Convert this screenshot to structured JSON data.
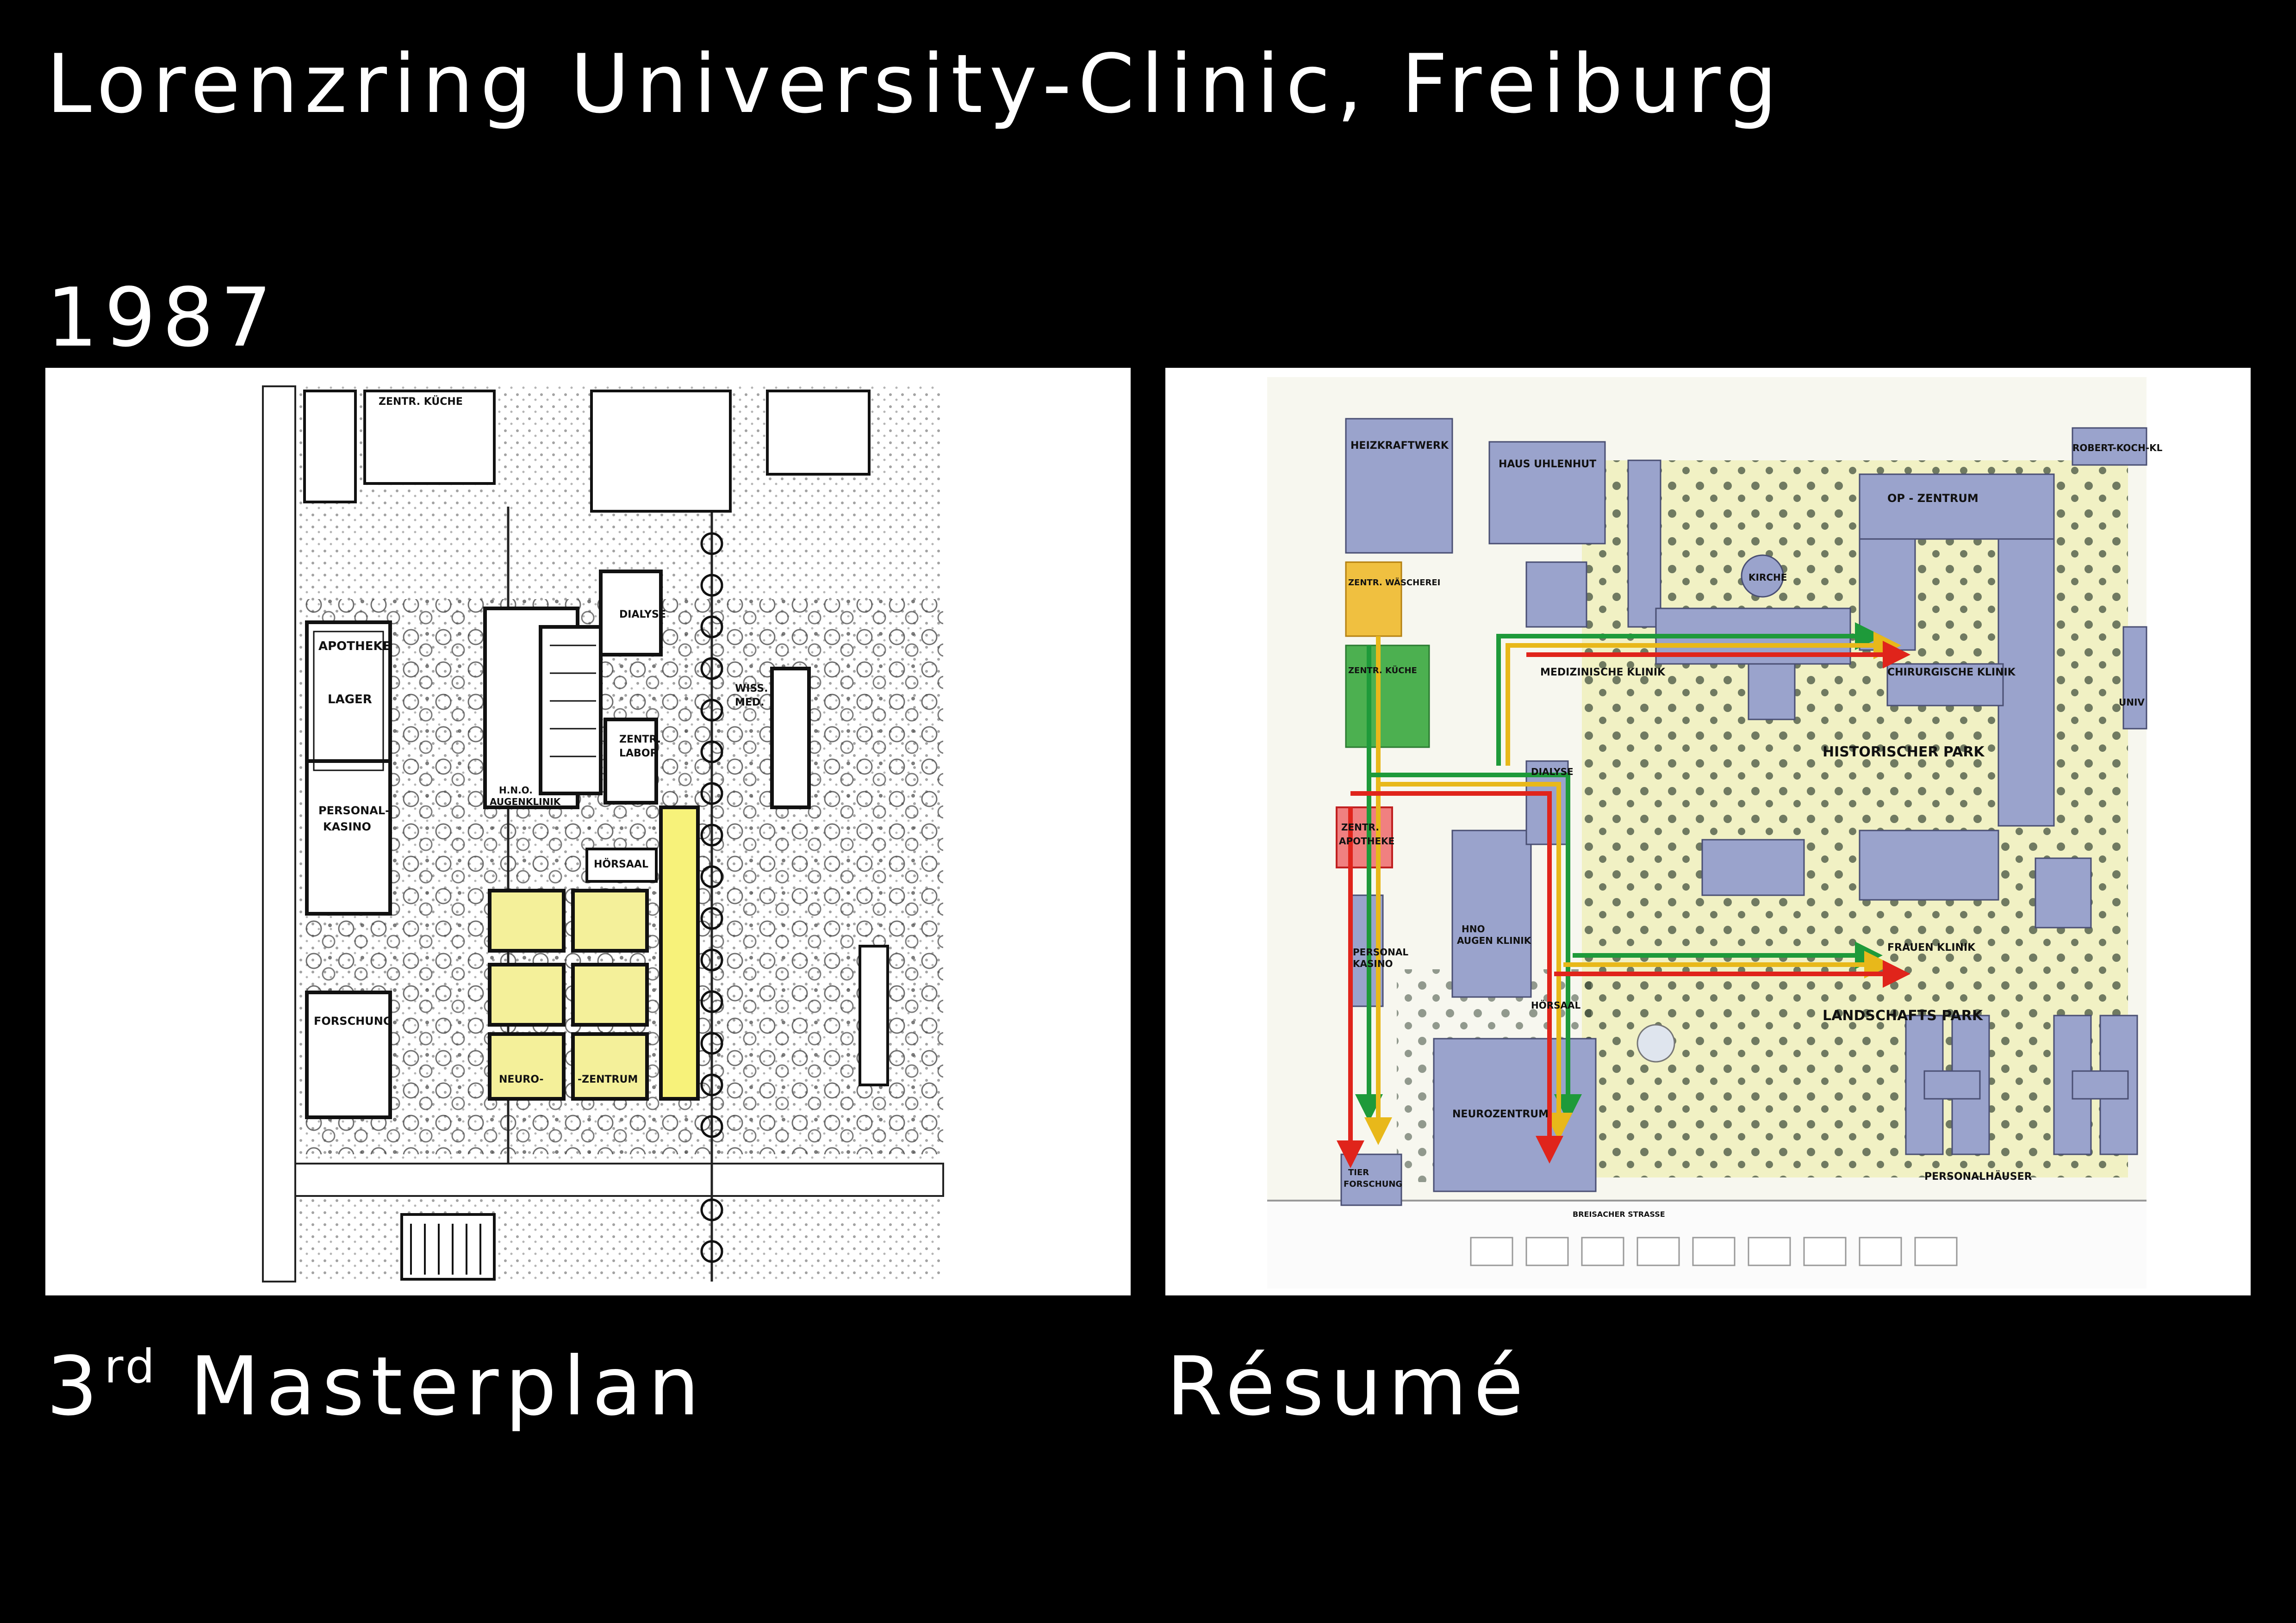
{
  "slide": {
    "title": "Lorenzring University-Clinic, Freiburg",
    "year": "1987",
    "caption_left_number": "3",
    "caption_left_suffix": "rd",
    "caption_left_text": "Masterplan",
    "caption_right": "Résumé"
  },
  "left_plan": {
    "labels": {
      "zentr_kuche": "ZENTR. KÜCHE",
      "apotheke": "APOTHEKE",
      "lager": "LAGER",
      "personal": "PERSONAL-",
      "kasino": "KASINO",
      "forschung": "FORSCHUNG",
      "dialyse": "DIALYSE",
      "zentr": "ZENTR.",
      "labor": "LABOR",
      "hno": "H.N.O.",
      "augenklinik": "AUGENKLINIK",
      "horsaal": "HÖRSAAL",
      "neuro": "NEURO-",
      "zentrum": "-ZENTRUM",
      "wiss": "WISS.",
      "med": "MED."
    }
  },
  "right_plan": {
    "labels": {
      "heizkraftwerk": "HEIZKRAFTWERK",
      "haus_uhlenhut": "HAUS UHLENHUT",
      "op_zentrum": "OP - ZENTRUM",
      "robert_koch": "ROBERT-KOCH-KL",
      "kirche": "KIRCHE",
      "zentr_wascherei": "ZENTR. WÄSCHEREI",
      "zentr_kuche": "ZENTR. KÜCHE",
      "medizinische_klinik": "MEDIZINISCHE KLINIK",
      "chirurgische_klinik": "CHIRURGISCHE KLINIK",
      "historischer_park": "HISTORISCHER  PARK",
      "univ": "UNIV",
      "zentr": "ZENTR.",
      "apotheke": "APOTHEKE",
      "dialyse": "DIALYSE",
      "hno": "HNO",
      "augen_klinik": "AUGEN KLINIK",
      "frauen_klinik": "FRAUEN KLINIK",
      "personal": "PERSONAL",
      "kasino": "KASINO",
      "horsaal": "HÖRSAAL",
      "landschafts_park": "LANDSCHAFTS  PARK",
      "neurozentrum": "NEUROZENTRUM",
      "tier": "TIER",
      "forschung": "FORSCHUNG",
      "personalhauser": "PERSONALHÄUSER",
      "breisacher_strasse": "BREISACHER STRASSE"
    },
    "colors": {
      "building": "#9aa3cc",
      "park": "#f1f1c4",
      "tree": "#2b3a2b",
      "route_green": "#1e9a3a",
      "route_yellow": "#e8b81a",
      "route_red": "#e0241b",
      "laundry": "#f0c040",
      "kitchen": "#4cb050",
      "pharmacy": "#f08080"
    }
  }
}
